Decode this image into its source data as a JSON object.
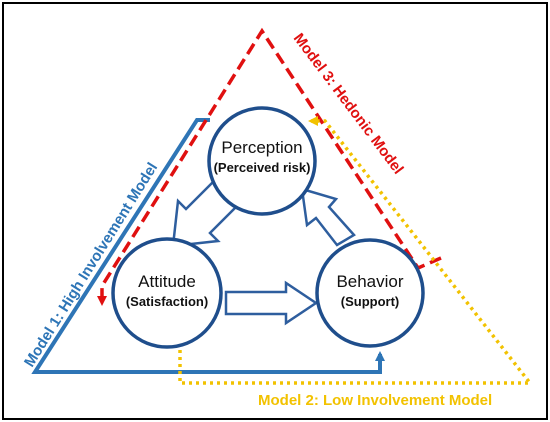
{
  "models": {
    "model1": {
      "label": "Model 1: High Involvement Model",
      "color": "#2e75b6"
    },
    "model2": {
      "label": "Model 2: Low Involvement Model",
      "color": "#f2c200"
    },
    "model3": {
      "label": "Model 3: Hedonic Model",
      "color": "#e01010"
    }
  },
  "nodes": {
    "perception": {
      "title": "Perception",
      "subtitle": "(Perceived risk)"
    },
    "attitude": {
      "title": "Attitude",
      "subtitle": "(Satisfaction)"
    },
    "behavior": {
      "title": "Behavior",
      "subtitle": "(Support)"
    }
  },
  "colors": {
    "circle_stroke": "#1f4e8c",
    "arrow_stroke": "#2e5e9e",
    "frame": "#000000"
  }
}
